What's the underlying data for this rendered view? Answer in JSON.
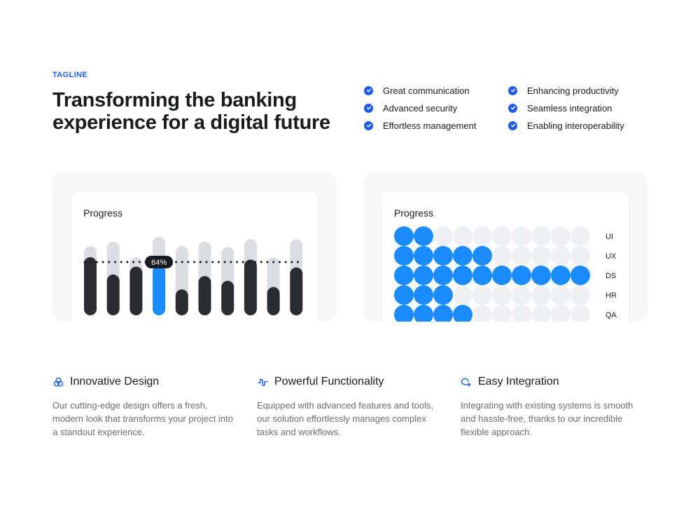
{
  "header": {
    "tagline": "TAGLINE",
    "headline": "Transforming the banking experience for a digital future"
  },
  "features": [
    {
      "label": "Great communication",
      "icon": "check-circle-icon"
    },
    {
      "label": "Enhancing productivity",
      "icon": "check-circle-icon"
    },
    {
      "label": "Advanced security",
      "icon": "check-circle-icon"
    },
    {
      "label": "Seamless integration",
      "icon": "check-circle-icon"
    },
    {
      "label": "Effortless management",
      "icon": "check-circle-icon"
    },
    {
      "label": "Enabling interoperability",
      "icon": "check-circle-icon"
    }
  ],
  "colors": {
    "accent": "#1e5be6",
    "bar_dark": "#2a2c31",
    "bar_track": "#dcdde2",
    "bar_highlight": "#1a8cff",
    "dot_on": "#1a8cff",
    "dot_off": "#eef0f4"
  },
  "progress_left": {
    "title": "Progress",
    "highlight_label": "64%",
    "highlight_index": 3,
    "bars": [
      {
        "track": 0.88,
        "fill": 0.74
      },
      {
        "track": 0.94,
        "fill": 0.52
      },
      {
        "track": 0.74,
        "fill": 0.62
      },
      {
        "track": 1.0,
        "fill": 0.64
      },
      {
        "track": 0.88,
        "fill": 0.33
      },
      {
        "track": 0.94,
        "fill": 0.5
      },
      {
        "track": 0.87,
        "fill": 0.44
      },
      {
        "track": 0.97,
        "fill": 0.71
      },
      {
        "track": 0.74,
        "fill": 0.36
      },
      {
        "track": 0.97,
        "fill": 0.61
      }
    ]
  },
  "progress_right": {
    "title": "Progress",
    "total": 10,
    "rows": [
      {
        "label": "UI",
        "filled": 2
      },
      {
        "label": "UX",
        "filled": 5
      },
      {
        "label": "DS",
        "filled": 10
      },
      {
        "label": "HR",
        "filled": 3
      },
      {
        "label": "QA",
        "filled": 4
      }
    ]
  },
  "info": [
    {
      "title": "Innovative Design",
      "icon": "circles-icon",
      "body": "Our cutting-edge design offers a fresh, modern look that transforms your project into a standout experience."
    },
    {
      "title": "Powerful Functionality",
      "icon": "pulse-icon",
      "body": "Equipped with advanced features and tools, our solution effortlessly manages complex tasks and workflows."
    },
    {
      "title": "Easy Integration",
      "icon": "redo-arrow-icon",
      "body": "Integrating with existing systems is smooth and hassle-free, thanks to our incredible flexible approach."
    }
  ]
}
